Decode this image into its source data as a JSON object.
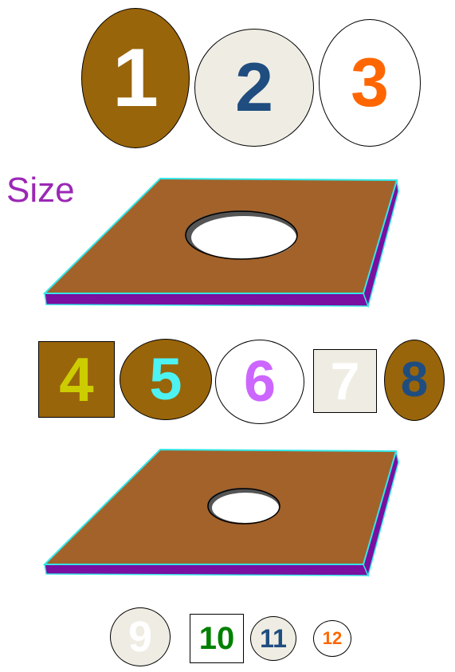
{
  "colors": {
    "brown": "#99650a",
    "cream": "#efede3",
    "navy": "#1f4d80",
    "orange": "#ff6600",
    "yellow": "#cccc00",
    "cyan": "#4df2f2",
    "violet": "#cc66ff",
    "green": "#008000",
    "purple": "#9b27b5",
    "board_top": "#a2622a",
    "board_edge": "#7a0fa0",
    "board_outline": "#33e6e6"
  },
  "size_label": "Size",
  "row1": {
    "n1": "1",
    "n2": "2",
    "n3": "3"
  },
  "row2": {
    "n4": "4",
    "n5": "5",
    "n6": "6",
    "n7": "7",
    "n8": "8"
  },
  "row3": {
    "n9": "9",
    "n10": "10",
    "n11": "11",
    "n12": "12"
  }
}
